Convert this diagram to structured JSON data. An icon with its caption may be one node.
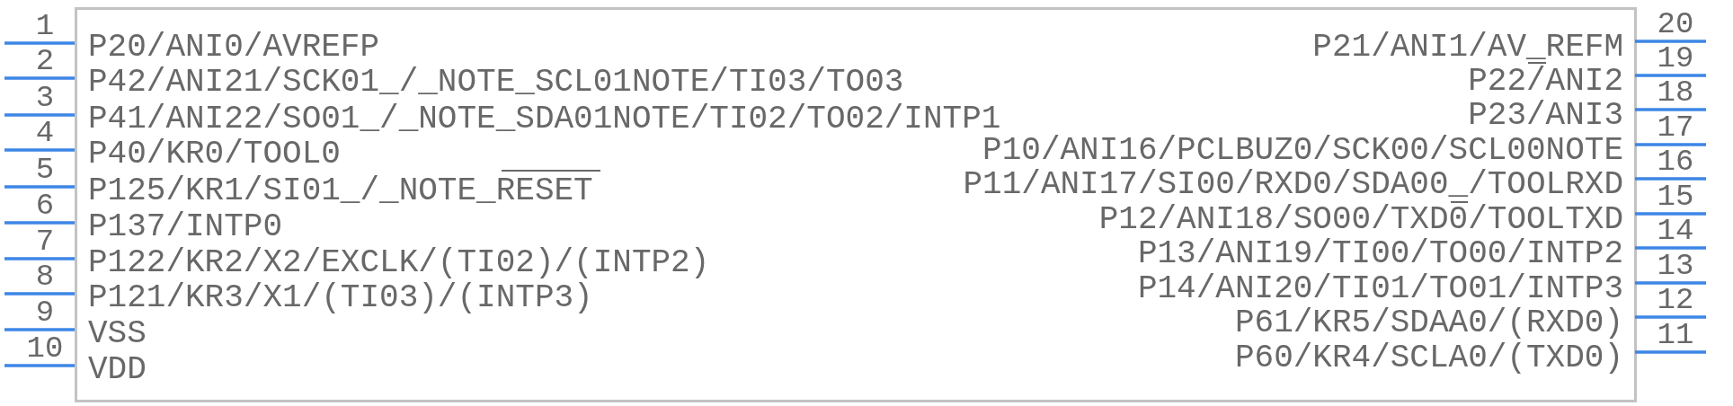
{
  "diagram": {
    "nodes": [
      {
        "text": [],
        "shape": "box"
      },
      {
        "text": [
          "P20/ANI0/AVREFP"
        ],
        "in": 0
      },
      {
        "text": [
          "P42/ANI21/SCK01_/_NOTE_SCL01NOTE/TI03/TO03"
        ],
        "in": 0
      },
      {
        "text": [
          "P41/ANI22/SO01_/_NOTE_SDA01NOTE/TI02/TO02/INTP1"
        ],
        "in": 0
      },
      {
        "text": [
          "P40/KR0/TOOL0"
        ],
        "in": 0
      },
      {
        "text": [
          "P125/KR1/SI01_/_NOTE_RESET"
        ],
        "in": 0
      },
      {
        "text": [
          "P137/INTP0"
        ],
        "in": 0
      },
      {
        "text": [
          "P122/KR2/X2/EXCLK/(TI02)/(INTP2)"
        ],
        "in": 0
      },
      {
        "text": [
          "P121/KR3/X1/(TI03)/(INTP3)"
        ],
        "in": 0
      },
      {
        "text": [
          "VSS"
        ],
        "in": 0
      },
      {
        "text": [
          "VDD"
        ],
        "in": 0
      },
      {
        "text": [
          "P60/KR4/SCLA0/(TXD0)"
        ],
        "in": 0
      },
      {
        "text": [
          "P61/KR5/SDAA0/(RXD0)"
        ],
        "in": 0
      },
      {
        "text": [
          "P14/ANI20/TI01/TO01/INTP3"
        ],
        "in": 0
      },
      {
        "text": [
          "P13/ANI19/TI00/TO00/INTP2"
        ],
        "in": 0
      },
      {
        "text": [
          "P12/ANI18/SO00/TXD0/TOOLTXD"
        ],
        "in": 0
      },
      {
        "text": [
          "P11/ANI17/SI00/RXD0/SDA00_/TOOLRXD"
        ],
        "in": 0
      },
      {
        "text": [
          "P10/ANI16/PCLBUZ0/SCK00/SCL00NOTE"
        ],
        "in": 0
      },
      {
        "text": [
          "P23/ANI3"
        ],
        "in": 0
      },
      {
        "text": [
          "P22/ANI2"
        ],
        "in": 0
      },
      {
        "text": [
          "P21/ANI1/AV_REFM"
        ],
        "in": 0
      }
    ],
    "edges": [
      {
        "from": null,
        "to": 1,
        "arrow": "none",
        "label": "1"
      },
      {
        "from": null,
        "to": 2,
        "arrow": "none",
        "label": "2"
      },
      {
        "from": null,
        "to": 3,
        "arrow": "none",
        "label": "3"
      },
      {
        "from": null,
        "to": 4,
        "arrow": "none",
        "label": "4"
      },
      {
        "from": null,
        "to": 5,
        "arrow": "none",
        "label": "5"
      },
      {
        "from": null,
        "to": 6,
        "arrow": "none",
        "label": "6"
      },
      {
        "from": null,
        "to": 7,
        "arrow": "none",
        "label": "7"
      },
      {
        "from": null,
        "to": 8,
        "arrow": "none",
        "label": "8"
      },
      {
        "from": null,
        "to": 9,
        "arrow": "none",
        "label": "9"
      },
      {
        "from": null,
        "to": 10,
        "arrow": "none",
        "label": "10"
      },
      {
        "from": null,
        "to": 11,
        "arrow": "none",
        "label": "11"
      },
      {
        "from": null,
        "to": 12,
        "arrow": "none",
        "label": "12"
      },
      {
        "from": null,
        "to": 13,
        "arrow": "none",
        "label": "13"
      },
      {
        "from": null,
        "to": 14,
        "arrow": "none",
        "label": "14"
      },
      {
        "from": null,
        "to": 15,
        "arrow": "none",
        "label": "15"
      },
      {
        "from": null,
        "to": 16,
        "arrow": "none",
        "label": "16"
      },
      {
        "from": null,
        "to": 17,
        "arrow": "none",
        "label": "17"
      },
      {
        "from": null,
        "to": 18,
        "arrow": "none",
        "label": "18"
      },
      {
        "from": null,
        "to": 19,
        "arrow": "none",
        "label": "19"
      },
      {
        "from": null,
        "to": 20,
        "arrow": "none",
        "label": "20"
      }
    ]
  }
}
